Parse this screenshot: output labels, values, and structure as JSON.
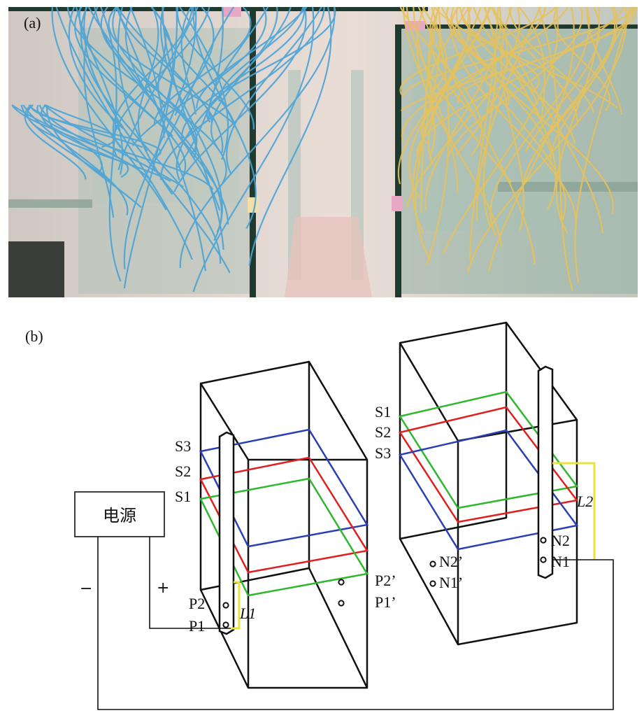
{
  "photo": {
    "label": "(a)",
    "colors": {
      "left_wires": "#4aa3d6",
      "right_wires": "#e8c25a",
      "frame": "#1f3a2e",
      "background": "#d8cdc6",
      "glass": "#9fb8ad"
    }
  },
  "diagram": {
    "label": "(b)",
    "power_supply": "电源",
    "minus": "−",
    "plus": "+",
    "left_box": {
      "sections": [
        "S3",
        "S2",
        "S1"
      ],
      "points": [
        "P2",
        "P1",
        "P2’",
        "P1’"
      ],
      "wire_label": "L1"
    },
    "right_box": {
      "sections": [
        "S1",
        "S2",
        "S3"
      ],
      "points": [
        "N2",
        "N1",
        "N2’",
        "N1’"
      ],
      "wire_label": "L2"
    },
    "colors": {
      "S1": "#2db82d",
      "S2": "#e02020",
      "S3": "#2b3fb5",
      "L": "#e8e23a",
      "outline": "#111111"
    }
  }
}
